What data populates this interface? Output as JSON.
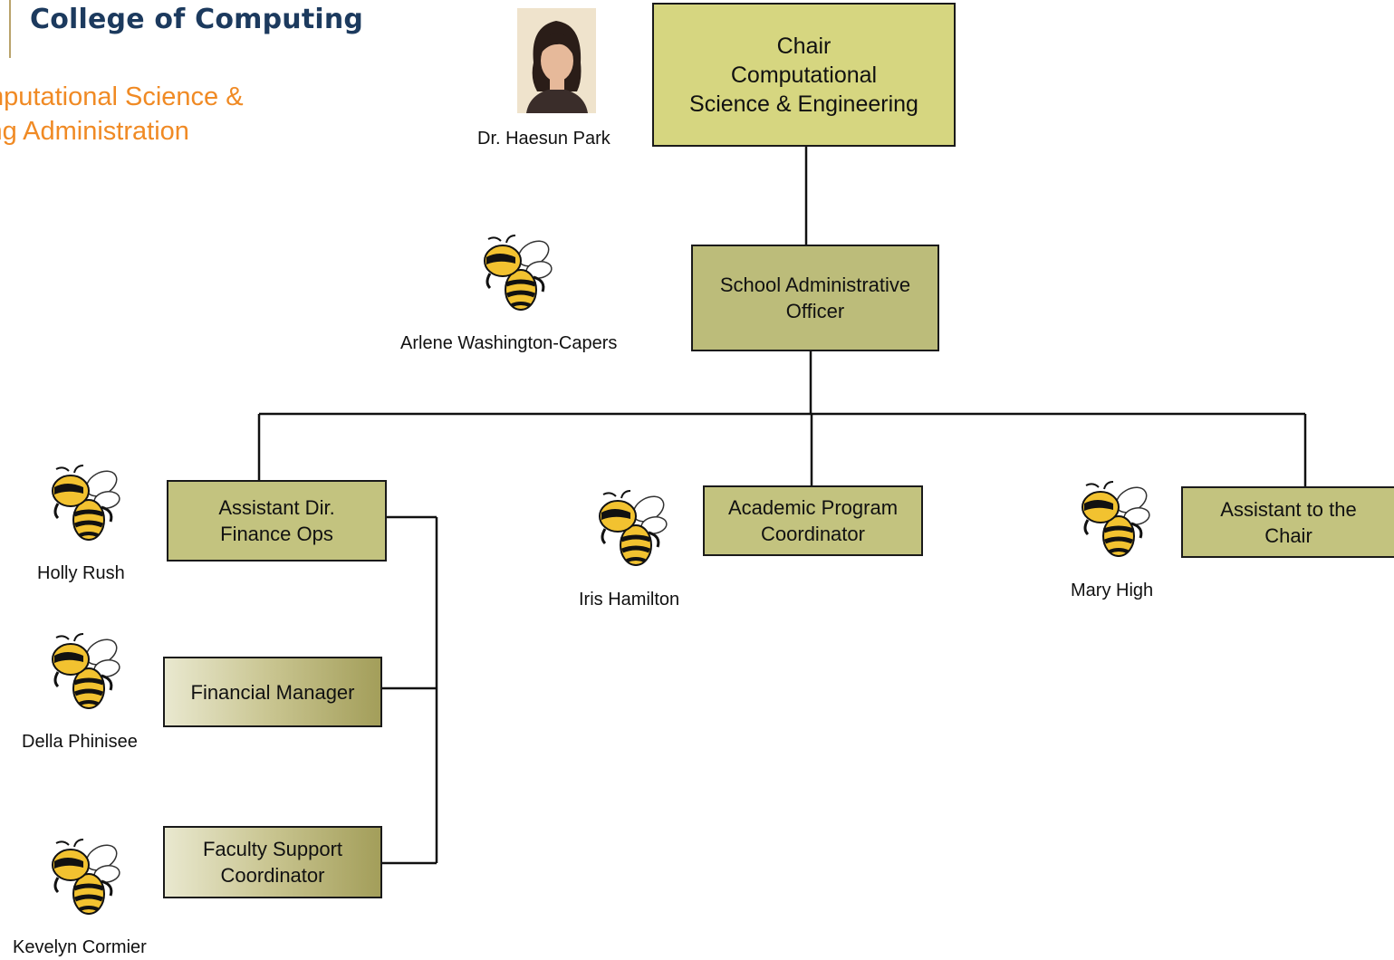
{
  "header": {
    "college": "College of Computing",
    "department_line1": "mputational Science &",
    "department_line2": "ing Administration"
  },
  "boxes": {
    "chair": "Chair\nComputational\nScience & Engineering",
    "sao": "School Administrative\nOfficer",
    "asst_dir": "Assistant Dir.\nFinance Ops",
    "academic": "Academic Program\nCoordinator",
    "asst_chair": "Assistant to the\nChair",
    "fin_mgr": "Financial Manager",
    "faculty_support": "Faculty Support\nCoordinator"
  },
  "people": {
    "chair": "Dr. Haesun Park",
    "sao": "Arlene Washington-Capers",
    "asst_dir": "Holly Rush",
    "academic": "Iris Hamilton",
    "asst_chair": "Mary High",
    "fin_mgr": "Della Phinisee",
    "faculty_support": "Kevelyn Cormier"
  },
  "icons": {
    "photo": "person-photo",
    "mascot": "yellow-jacket-mascot-icon"
  },
  "colors": {
    "college": "#1c3a5e",
    "department": "#f08a24",
    "chair_box": "#d6d680",
    "sao_box": "#bcbc7a",
    "mid_box": "#c3c37f"
  }
}
